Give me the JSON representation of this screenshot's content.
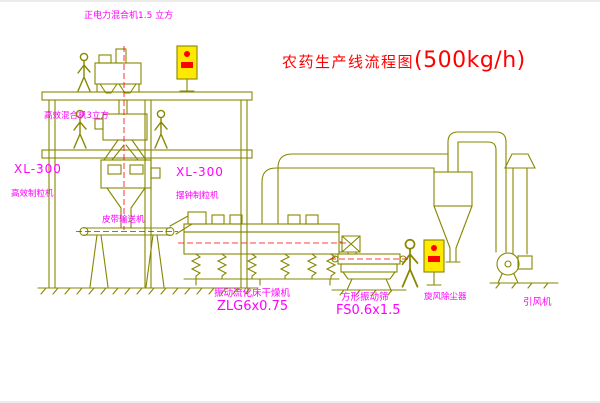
{
  "title": {
    "name": "农药生产线流程图",
    "capacity": "(500kg/h)"
  },
  "labels": {
    "top_mixer": "正电力混合机1.5 立方",
    "floor_mixer": "高效混合机3立方",
    "xl300_left": "XL-300",
    "granulator_left": "高效制粒机",
    "xl300_right": "XL-300",
    "granulator_right": "摆钟制粒机",
    "belt_conveyor": "皮带输送机",
    "dryer_name": "振动流化床干燥机",
    "dryer_model": "ZLG6x0.75",
    "sieve_name": "方形振动筛",
    "sieve_model": "FS0.6x1.5",
    "cyclone": "旋风除尘器",
    "fan": "引风机"
  },
  "colors": {
    "line": "#878700",
    "label": "#ff00ff",
    "accent": "#ff0000",
    "panel": "#ffe900"
  }
}
